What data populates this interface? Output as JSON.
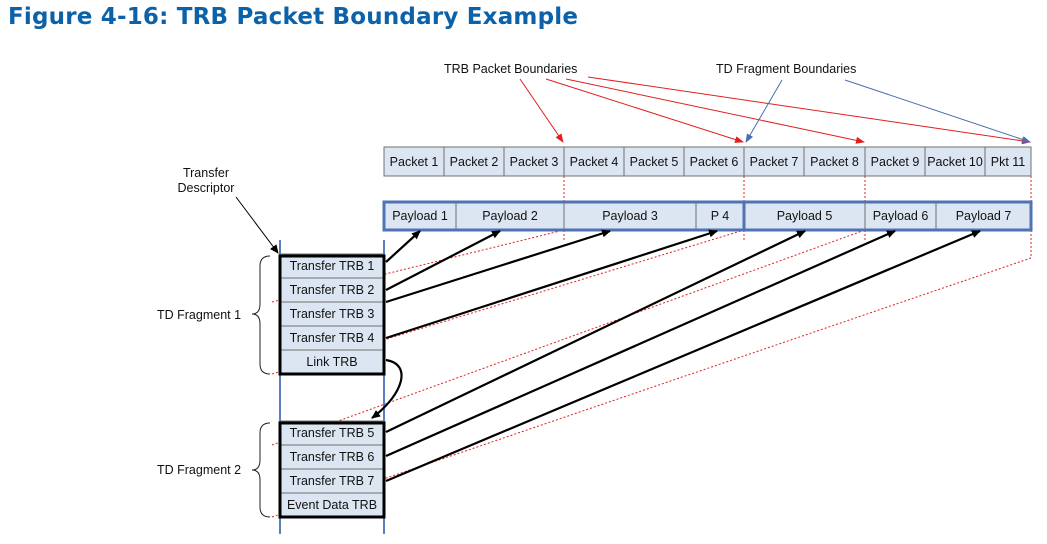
{
  "title": "Figure 4-16: TRB Packet Boundary Example",
  "labels": {
    "trb_packet_boundaries": "TRB Packet Boundaries",
    "td_fragment_boundaries": "TD Fragment Boundaries",
    "transfer_descriptor_line1": "Transfer",
    "transfer_descriptor_line2": "Descriptor",
    "td_fragment_1": "TD Fragment 1",
    "td_fragment_2": "TD Fragment 2"
  },
  "packets": [
    "Packet 1",
    "Packet 2",
    "Packet 3",
    "Packet 4",
    "Packet 5",
    "Packet 6",
    "Packet 7",
    "Packet 8",
    "Packet 9",
    "Packet 10",
    "Pkt 11"
  ],
  "payloads": [
    "Payload 1",
    "Payload 2",
    "Payload 3",
    "P 4",
    "Payload 5",
    "Payload 6",
    "Payload 7"
  ],
  "fragment1_trbs": [
    "Transfer TRB 1",
    "Transfer TRB 2",
    "Transfer TRB 3",
    "Transfer TRB 4",
    "Link TRB"
  ],
  "fragment2_trbs": [
    "Transfer TRB 5",
    "Transfer TRB 6",
    "Transfer TRB 7",
    "Event Data TRB"
  ],
  "colors": {
    "title": "#0b62a8",
    "cell_fill": "#dce6f2",
    "boundary_red": "#e02020",
    "boundary_blue": "#4a6fb0"
  }
}
